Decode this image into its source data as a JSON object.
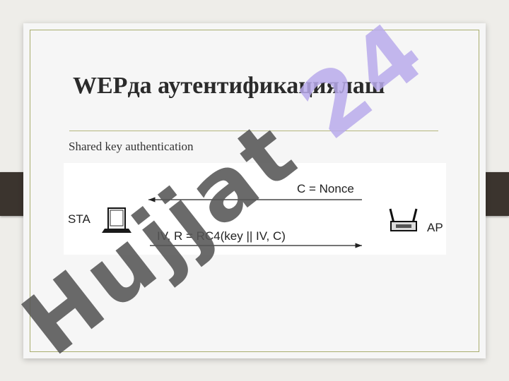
{
  "slide": {
    "title": "WEPда аутентификациялаш",
    "subtitle": "Shared key authentication"
  },
  "diagram": {
    "left_label": "STA",
    "right_label": "AP",
    "top_message": "C = Nonce",
    "bottom_message": "IV, R = RC4(key || IV, C)",
    "left_icon": "laptop-icon",
    "right_icon": "router-icon"
  },
  "watermark": {
    "text_part1": "Hujjat",
    "text_part2": " 24"
  },
  "colors": {
    "frame": "#a9ad6e",
    "tape": "#3b342e",
    "watermark_dark": "#555555",
    "watermark_light": "#b9aaeb"
  }
}
